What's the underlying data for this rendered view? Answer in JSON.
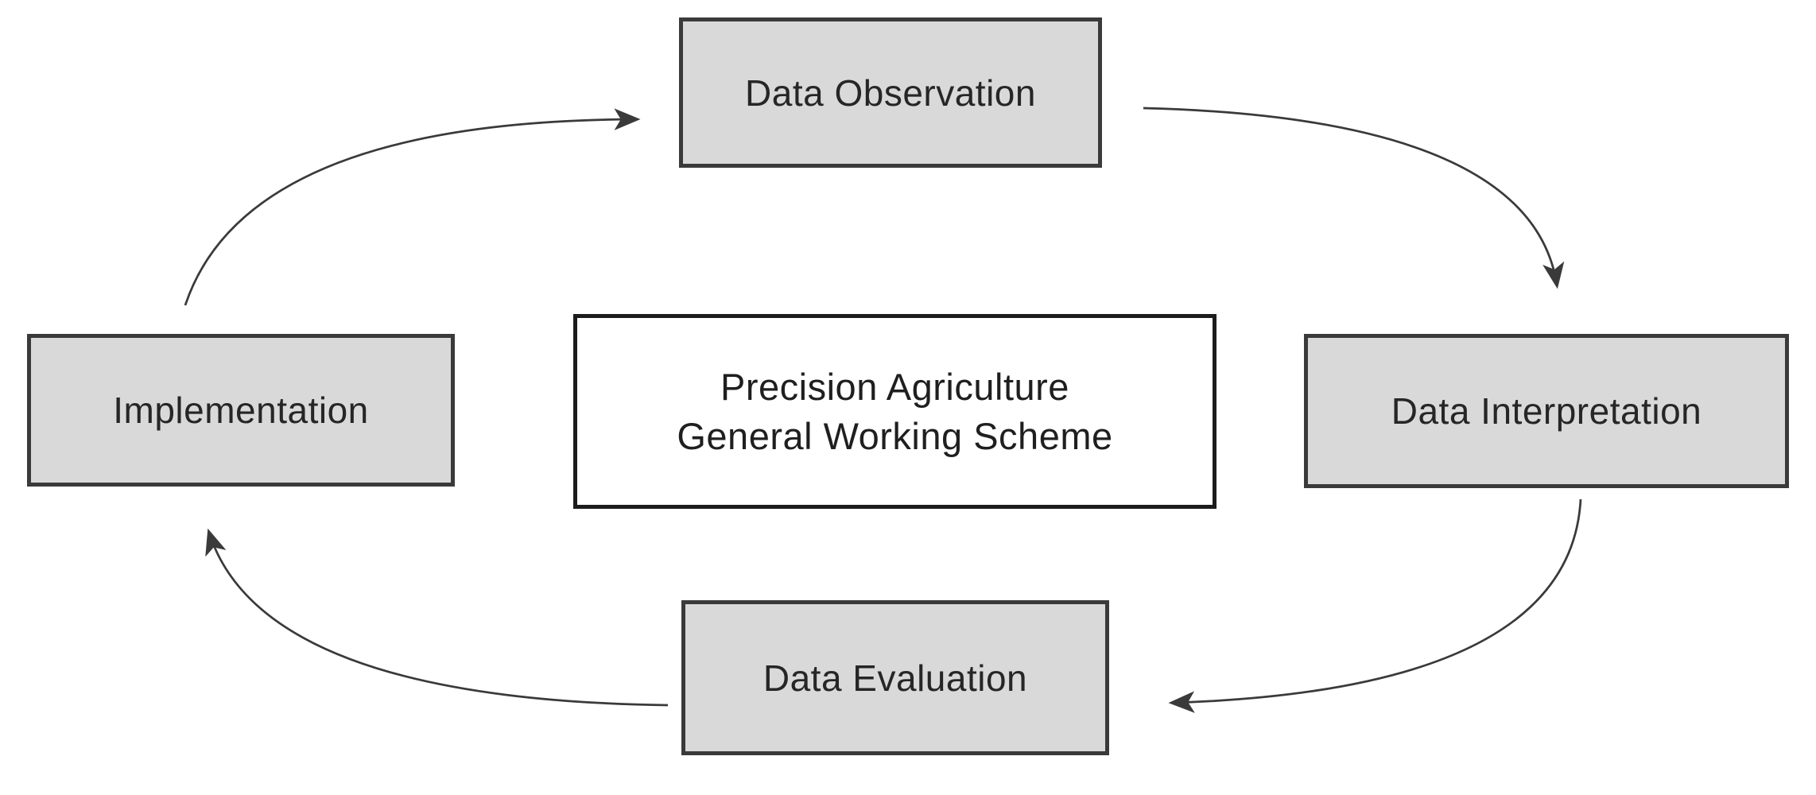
{
  "diagram": {
    "center": {
      "line1": "Precision Agriculture",
      "line2": "General Working Scheme"
    },
    "nodes": {
      "top": {
        "label": "Data Observation"
      },
      "right": {
        "label": "Data Interpretation"
      },
      "bottom": {
        "label": "Data Evaluation"
      },
      "left": {
        "label": "Implementation"
      }
    },
    "edges": [
      {
        "from": "Implementation",
        "to": "Data Observation"
      },
      {
        "from": "Data Observation",
        "to": "Data Interpretation"
      },
      {
        "from": "Data Interpretation",
        "to": "Data Evaluation"
      },
      {
        "from": "Data Evaluation",
        "to": "Implementation"
      }
    ],
    "colors": {
      "node_fill": "#d9d9d9",
      "node_border": "#3a3a3a",
      "center_fill": "#ffffff",
      "center_border": "#1c1c1c",
      "arrow": "#3a3a3a",
      "text": "#262626",
      "background": "#ffffff"
    }
  }
}
